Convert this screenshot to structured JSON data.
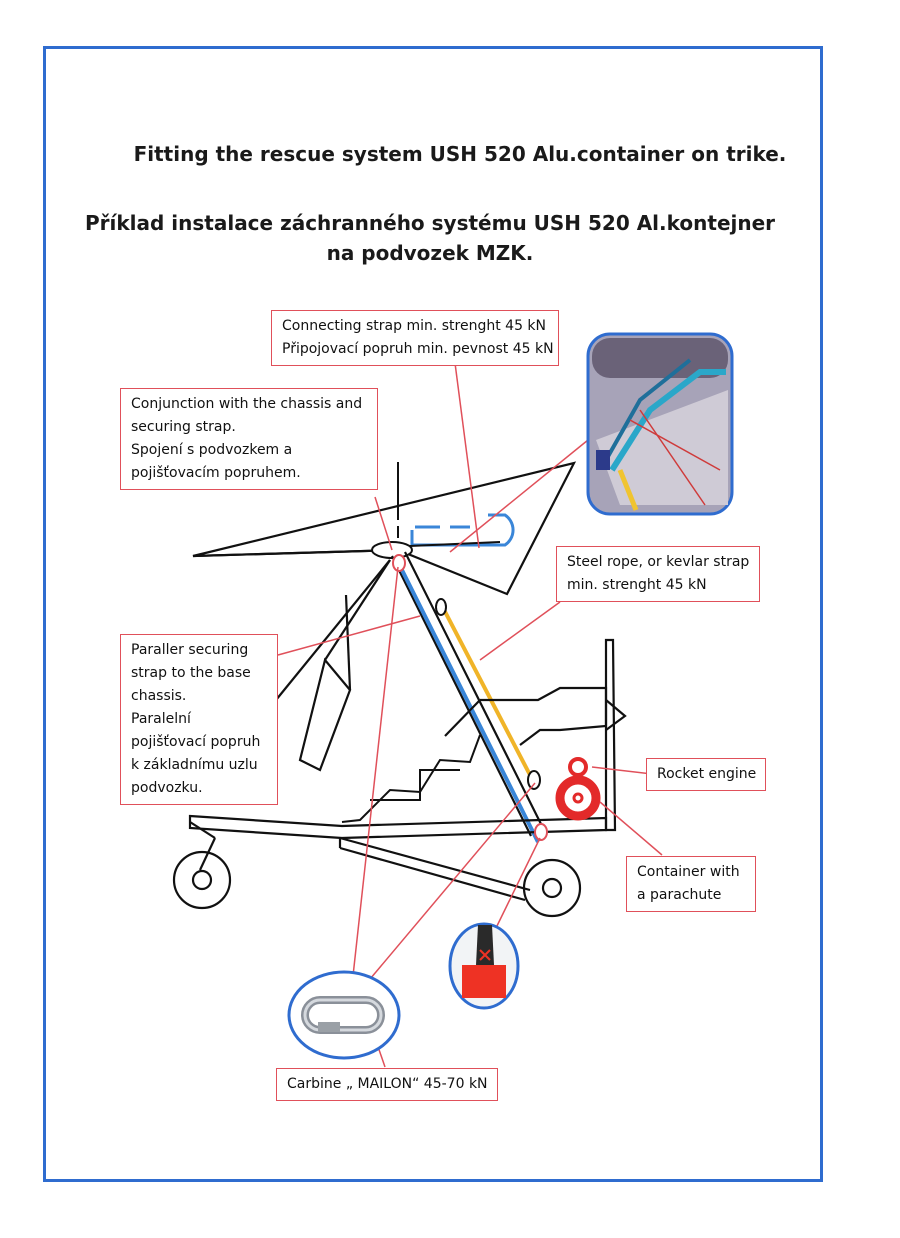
{
  "title_en": "Fitting the rescue system USH 520 Alu.container on trike.",
  "title_cz_line1": "Příklad instalace záchranného systému USH 520 Al.kontejner",
  "title_cz_line2": "na podvozek MZK.",
  "labels": {
    "connecting_strap": [
      "Connecting strap min. strenght 45 kN",
      "Připojovací popruh min. pevnost 45 kN"
    ],
    "conjunction": [
      "Conjunction with the chassis and",
      "securing strap.",
      "Spojení s podvozkem a",
      "pojišťovacím popruhem."
    ],
    "steel_rope": [
      "Steel rope, or kevlar strap",
      "min. strenght 45 kN"
    ],
    "parallel": [
      "Paraller securing",
      "strap to the base",
      "chassis.",
      "Paralelní",
      "pojišťovací popruh",
      "k základnímu uzlu",
      "podvozku."
    ],
    "rocket_engine": "Rocket engine",
    "container": [
      "Container with",
      "a parachute"
    ],
    "carbine": "Carbine „ MAILON“ 45-70 kN"
  },
  "colors": {
    "frame": "#2f6ccf",
    "label_border": "#e0505a",
    "pointer_line": "#e0505a",
    "strap_blue": "#3a86d8",
    "steel_rope": "#f0b428",
    "rocket_red": "#e32a2a"
  }
}
